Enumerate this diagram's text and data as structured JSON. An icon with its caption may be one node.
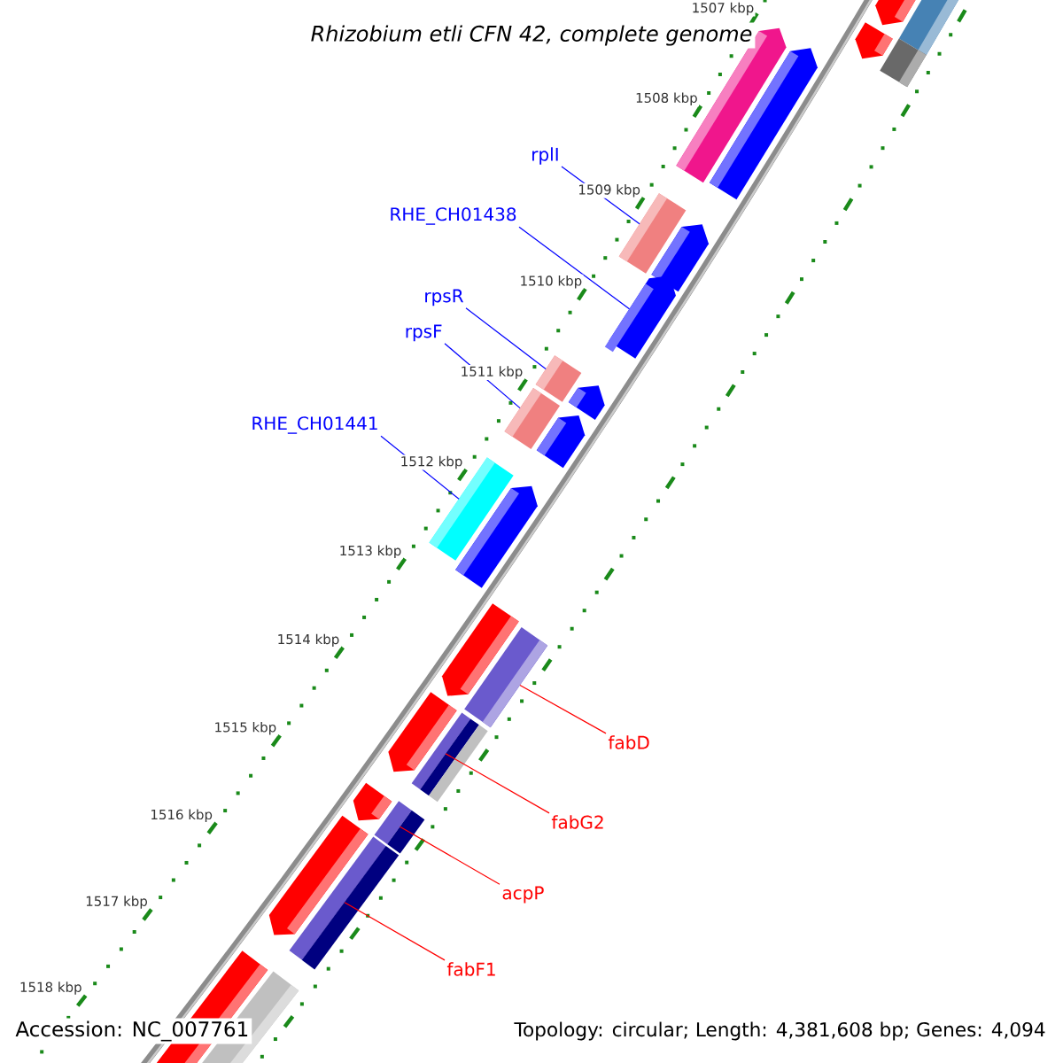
{
  "diagram": {
    "title": "Rhizobium etli CFN 42, complete genome",
    "nodes": [
      {
        "text": [
          "rplI"
        ]
      },
      {
        "text": [],
        "shape": "bar"
      },
      {
        "text": [
          "RHE_CH01438"
        ]
      },
      {
        "text": [],
        "shape": "arrow"
      },
      {
        "text": [
          "rpsR"
        ]
      },
      {
        "text": [],
        "shape": "bar"
      },
      {
        "text": [
          "rpsF"
        ]
      },
      {
        "text": [],
        "shape": "bar"
      },
      {
        "text": [
          "RHE_CH01441"
        ]
      },
      {
        "text": [],
        "shape": "bar"
      },
      {
        "text": [
          "fabD"
        ]
      },
      {
        "text": [],
        "shape": "bar"
      },
      {
        "text": [
          "fabG2"
        ]
      },
      {
        "text": [],
        "shape": "bar"
      },
      {
        "text": [
          "acpP"
        ]
      },
      {
        "text": [],
        "shape": "bar"
      },
      {
        "text": [
          "fabF1"
        ]
      },
      {
        "text": [],
        "shape": "bar"
      }
    ],
    "edges": [
      {
        "from": 0,
        "to": 1,
        "arrow": "none"
      },
      {
        "from": 2,
        "to": 3,
        "arrow": "none"
      },
      {
        "from": 4,
        "to": 5,
        "arrow": "none"
      },
      {
        "from": 6,
        "to": 7,
        "arrow": "none"
      },
      {
        "from": 8,
        "to": 9,
        "arrow": "none"
      },
      {
        "from": 10,
        "to": 11,
        "arrow": "none",
        "color": "#ff0000"
      },
      {
        "from": 12,
        "to": 13,
        "arrow": "none",
        "color": "#ff0000"
      },
      {
        "from": 14,
        "to": 15,
        "arrow": "none",
        "color": "#ff0000"
      },
      {
        "from": 16,
        "to": 17,
        "arrow": "none",
        "color": "#ff0000"
      }
    ],
    "labels": [
      "1507 kbp",
      "1508 kbp",
      "1509 kbp",
      "1510 kbp",
      "1511 kbp",
      "1512 kbp",
      "1513 kbp",
      "1514 kbp",
      "1515 kbp",
      "1516 kbp",
      "1517 kbp",
      "1518 kbp",
      "Accession: NC_007761",
      "Topology: circular; Length: 4,381,608 bp; Genes: 4,094"
    ]
  }
}
